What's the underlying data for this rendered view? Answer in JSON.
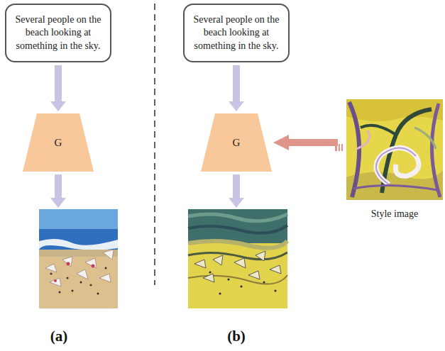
{
  "diagram": {
    "nodes": [
      {
        "text": [
          "Several people on the beach looking at something in the sky."
        ]
      },
      {
        "text": [
          "G"
        ]
      },
      {
        "text": [
          "Several people on the beach looking at something in the sky."
        ]
      },
      {
        "text": [
          "G"
        ]
      },
      {
        "text": [
          "Style image"
        ]
      }
    ],
    "edges": [
      {
        "from": 0,
        "to": 1,
        "arrow": "to"
      },
      {
        "from": 2,
        "to": 3,
        "arrow": "to"
      },
      {
        "from": 4,
        "to": 3,
        "arrow": "to"
      }
    ],
    "labels": [
      "(a)",
      "(b)"
    ]
  }
}
